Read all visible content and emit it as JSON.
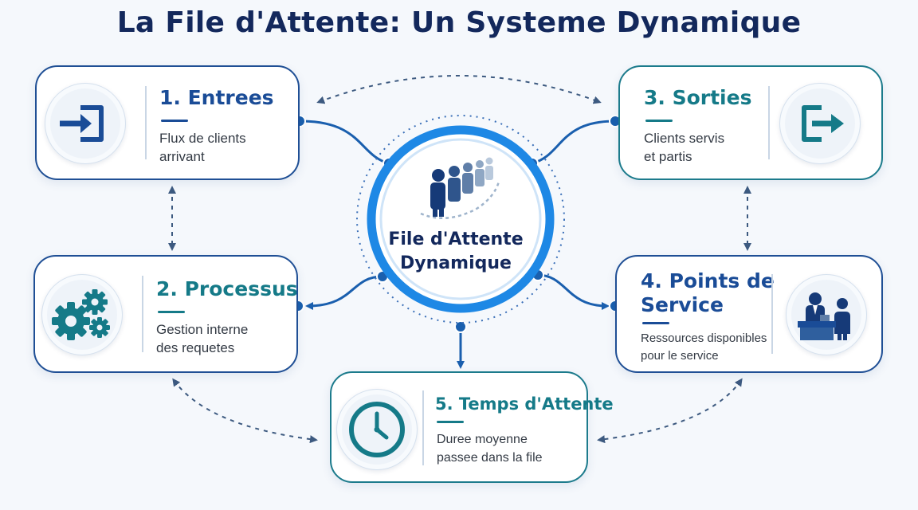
{
  "title": "La File d'Attente: Un Systeme Dynamique",
  "center": {
    "line1": "File d'Attente",
    "line2": "Dynamique",
    "icon": "queue-people-icon"
  },
  "cards": {
    "entrees": {
      "title": "1. Entrees",
      "line1": "Flux de clients",
      "line2": "arrivant",
      "icon": "enter-arrow-icon"
    },
    "processus": {
      "title": "2. Processus",
      "line1": "Gestion interne",
      "line2": "des requetes",
      "icon": "gears-icon"
    },
    "sorties": {
      "title": "3. Sorties",
      "line1": "Clients servis",
      "line2": "et partis",
      "icon": "exit-arrow-icon"
    },
    "points": {
      "title1": "4. Points de",
      "title2": "Service",
      "line1": "Ressources disponibles",
      "line2": "pour le service",
      "icon": "service-desk-icon"
    },
    "temps": {
      "title": "5. Temps d'Attente",
      "line1": "Duree moyenne",
      "line2": "passee dans la file",
      "icon": "clock-icon"
    }
  },
  "colors": {
    "navy": "#13285c",
    "blue": "#1a4c97",
    "teal": "#157a88",
    "ring": "#1e88e5"
  }
}
